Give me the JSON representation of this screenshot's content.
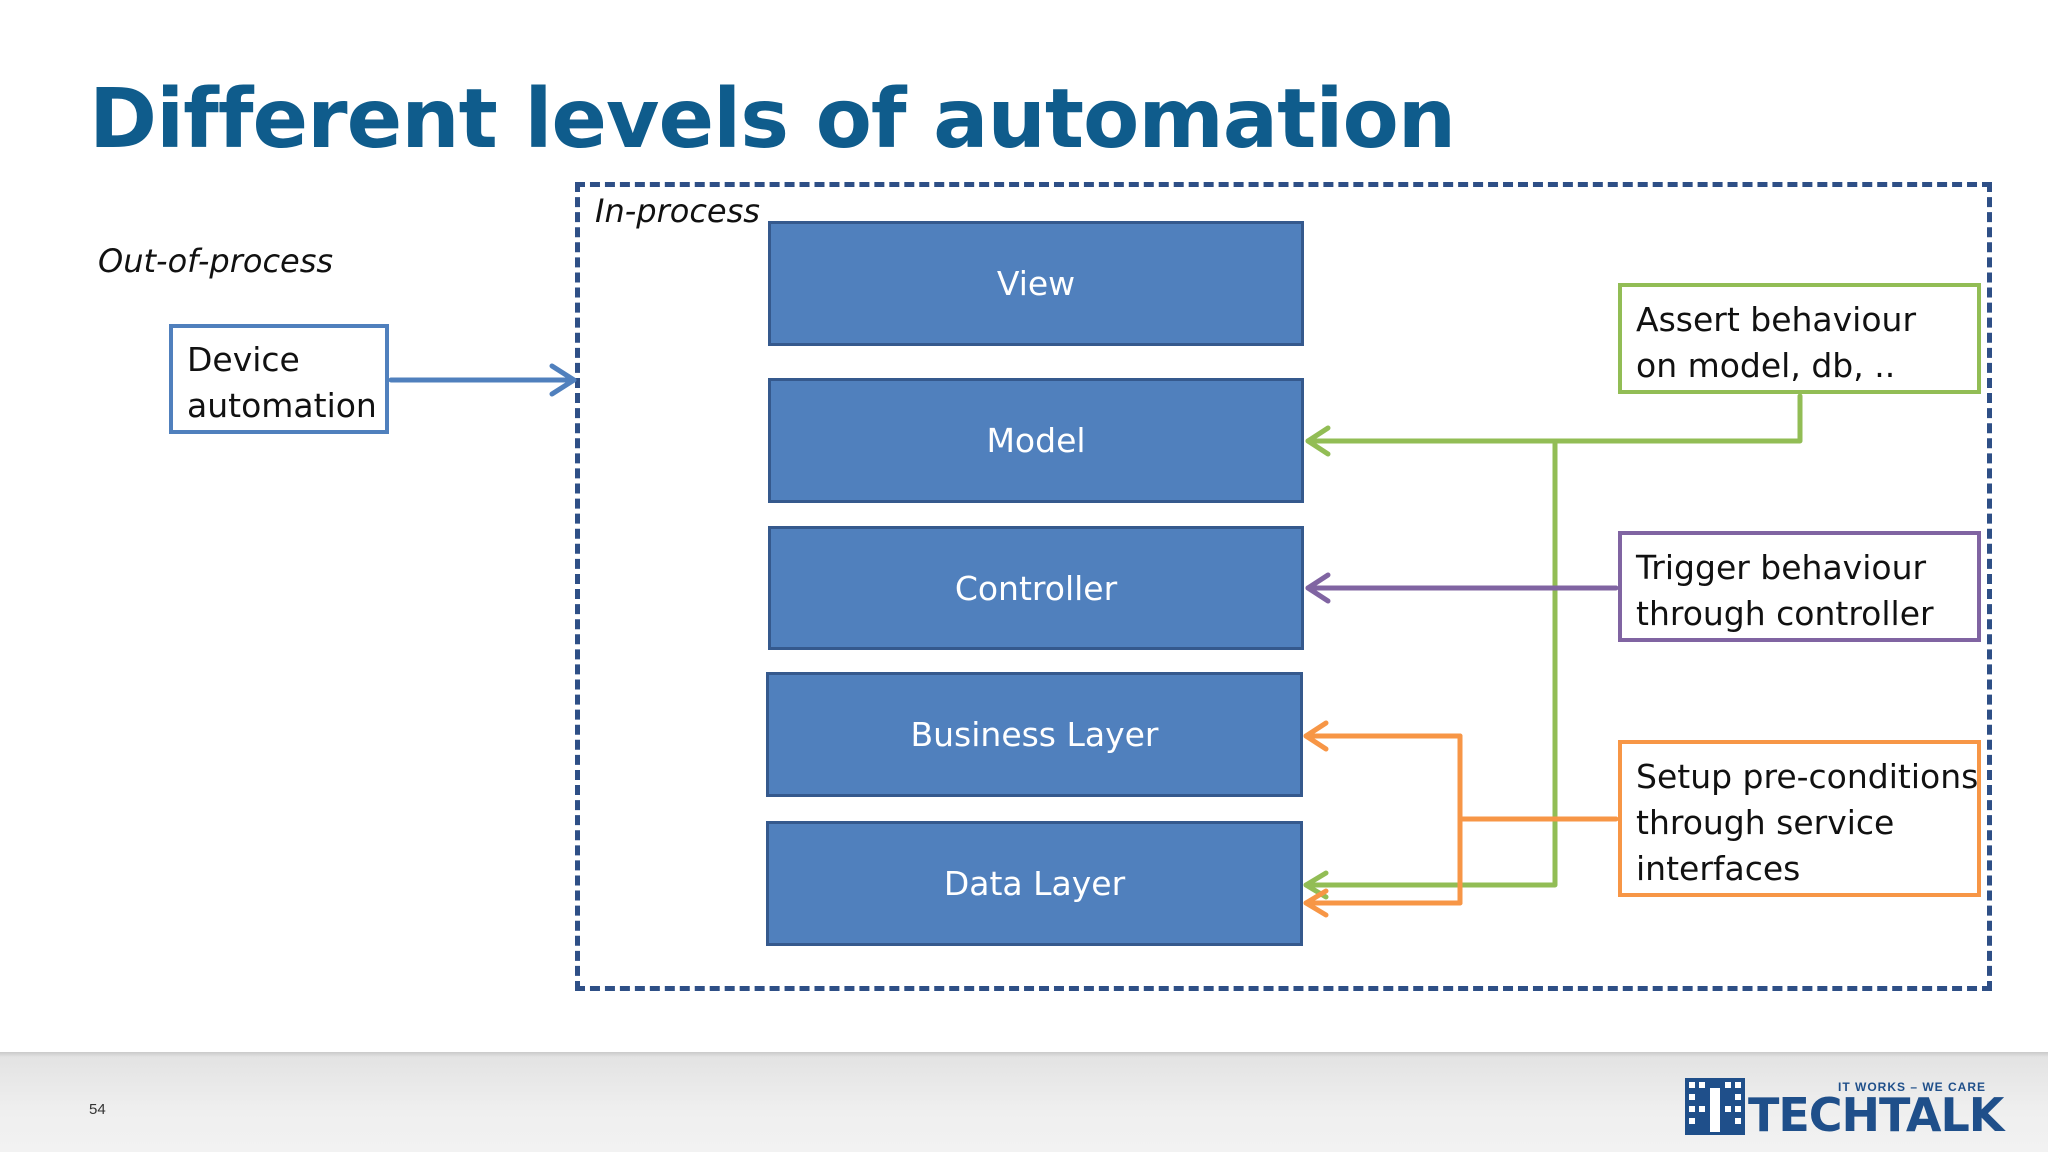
{
  "slide": {
    "title": "Different levels of automation",
    "page_number": "54"
  },
  "labels": {
    "out_of_process": "Out-of-process",
    "in_process": "In-process"
  },
  "device": {
    "line1": "Device",
    "line2": "automation"
  },
  "layers": [
    "View",
    "Model",
    "Controller",
    "Business Layer",
    "Data Layer"
  ],
  "notes": {
    "assert": {
      "line1": "Assert behaviour",
      "line2": "on model, db, .."
    },
    "trigger": {
      "line1": "Trigger behaviour",
      "line2": "through controller"
    },
    "setup": {
      "line1": "Setup pre-conditions",
      "line2": "through service",
      "line3": "interfaces"
    }
  },
  "logo": {
    "tagline": "IT WORKS – WE CARE",
    "wordmark": "TECHTALK"
  },
  "colors": {
    "title": "#0f5c8c",
    "layer_fill": "#5080bd",
    "assert": "#92bd55",
    "trigger": "#8064a2",
    "setup": "#f79646",
    "frame": "#2e4f86"
  }
}
